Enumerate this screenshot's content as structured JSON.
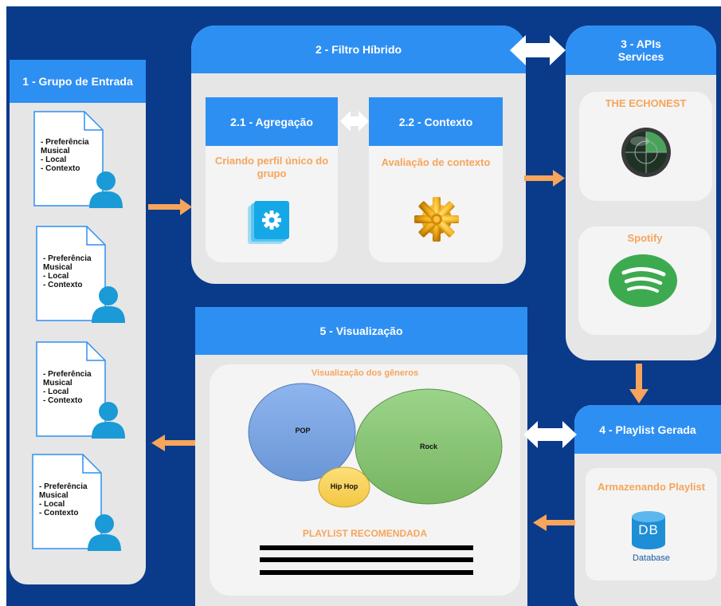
{
  "diagram": {
    "group_input": {
      "title": "1 - Grupo de Entrada",
      "cards": [
        {
          "text": "- Preferência\nMusical\n- Local\n- Contexto"
        },
        {
          "text": "- Preferência\nMusical\n- Local\n- Contexto"
        },
        {
          "text": "- Preferência\nMusical\n- Local\n- Contexto"
        },
        {
          "text": "- Preferência\nMusical\n- Local\n- Contexto"
        }
      ]
    },
    "hybrid_filter": {
      "title": "2 - Filtro Híbrido",
      "aggregation": {
        "title": "2.1 - Agregação",
        "caption": "Criando perfil único do grupo"
      },
      "context": {
        "title": "2.2 - Contexto",
        "caption": "Avaliação de contexto"
      }
    },
    "apis": {
      "title": "3 - APIs\nServices",
      "echonest": "THE ECHONEST",
      "spotify": "Spotify"
    },
    "playlist": {
      "title": "4 - Playlist Gerada",
      "caption": "Armazenando Playlist",
      "db_label": "DB",
      "db_caption": "Database"
    },
    "visualization": {
      "title": "5 - Visualização",
      "genres_title": "Visualização dos gêneros",
      "genres": {
        "pop": "POP",
        "rock": "Rock",
        "hiphop": "Hip Hop"
      },
      "playlist_title": "PLAYLIST RECOMENDADA"
    }
  },
  "colors": {
    "background": "#0a3a8a",
    "header": "#2e8ff3",
    "panel": "#e6e6e6",
    "accent_orange": "#f6a55a",
    "user_icon": "#1a9ad6"
  },
  "icons": [
    "user-icon",
    "gear-doc-icon",
    "gear-icon",
    "radar-icon",
    "spotify-icon",
    "database-icon"
  ]
}
